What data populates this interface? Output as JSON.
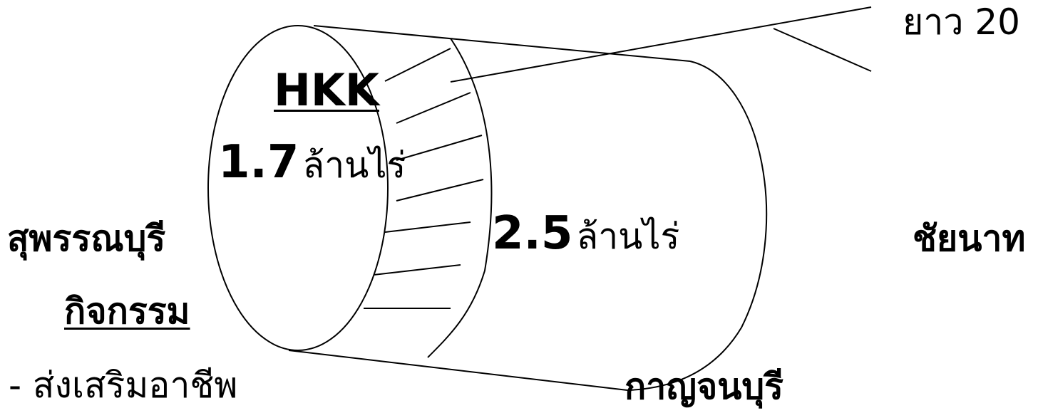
{
  "diagram": {
    "stroke_color": "#000000",
    "background": "#ffffff",
    "cylinder_top_label": "HKK",
    "inner_area_value": "1.7",
    "inner_area_unit": "ล้านไร่",
    "outer_area_value": "2.5",
    "outer_area_unit": "ล้านไร่",
    "length_label": "ยาว 20",
    "province_left": "สุพรรณบุรี",
    "province_right": "ชัยนาท",
    "province_bottom": "กาญจนบุรี",
    "activities_heading": "กิจกรรม",
    "activities": [
      "- ส่งเสริมอาชีพ"
    ]
  }
}
